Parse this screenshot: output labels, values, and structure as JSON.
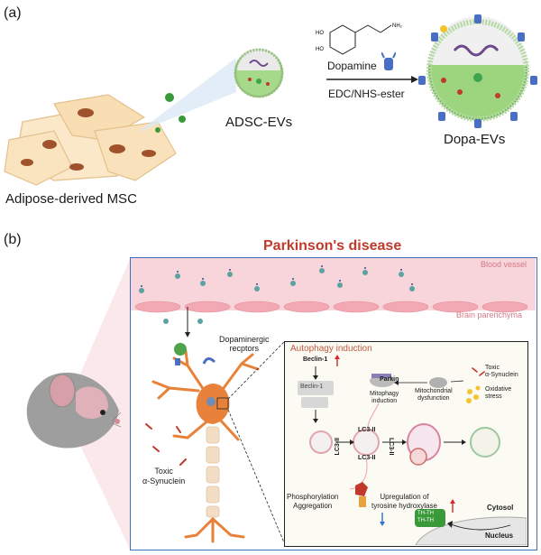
{
  "panel_a": {
    "label": "(a)",
    "msc_caption": "Adipose-derived MSC",
    "adsc_caption": "ADSC-EVs",
    "dopa_caption": "Dopa-EVs",
    "reaction_top": "Dopamine",
    "reaction_bottom": "EDC/NHS-ester",
    "molecule_labels": {
      "ho1": "HO",
      "ho2": "HO",
      "nh2": "NH₂"
    }
  },
  "panel_b": {
    "label": "(b)",
    "title": "Parkinson's disease",
    "blood_vessel": "Blood vessel",
    "brain_parenchyma": "Brain parenchyma",
    "dopaminergic_receptors_line1": "Dopaminergic",
    "dopaminergic_receptors_line2": "recptors",
    "toxic_line1": "Toxic",
    "toxic_line2": "α-Synuclein",
    "inset": {
      "title": "Autophagy induction",
      "beclin_top": "Beclin-1",
      "beclin_bar": "Beclin-1",
      "parkin": "Parkin",
      "mitophagy_line1": "Mitophagy",
      "mitophagy_line2": "induction",
      "mito_dys_line1": "Mitochondrial",
      "mito_dys_line2": "dysfunction",
      "toxic_syn_line1": "Toxic",
      "toxic_syn_line2": "α-Synuclein",
      "oxid_line1": "Oxidative",
      "oxid_line2": "stress",
      "lc3_a": "LC3-II",
      "lc3_b": "LC3-II",
      "lc3_c": "LC3-II",
      "lc3_d": "LC3-II",
      "phospho_line1": "Phosphorylation",
      "phospho_line2": "Aggregation",
      "upreg_line1": "Upregulation of",
      "upreg_line2": "tyrosine hydroxylase",
      "cytosol": "Cytosol",
      "nucleus": "Nucleus",
      "th1": "TH",
      "th2": "TH",
      "th3": "TH",
      "th4": "TH"
    }
  },
  "colors": {
    "vessel_pink": "#f7d5da",
    "endothelial": "#f2a9b3",
    "frame_blue": "#3d6fb6",
    "title_red": "#c0392b",
    "ev_green": "#7cc46a",
    "neuron_orange": "#e8823a",
    "up_arrow": "#d62828",
    "down_arrow": "#2f6fd6"
  }
}
